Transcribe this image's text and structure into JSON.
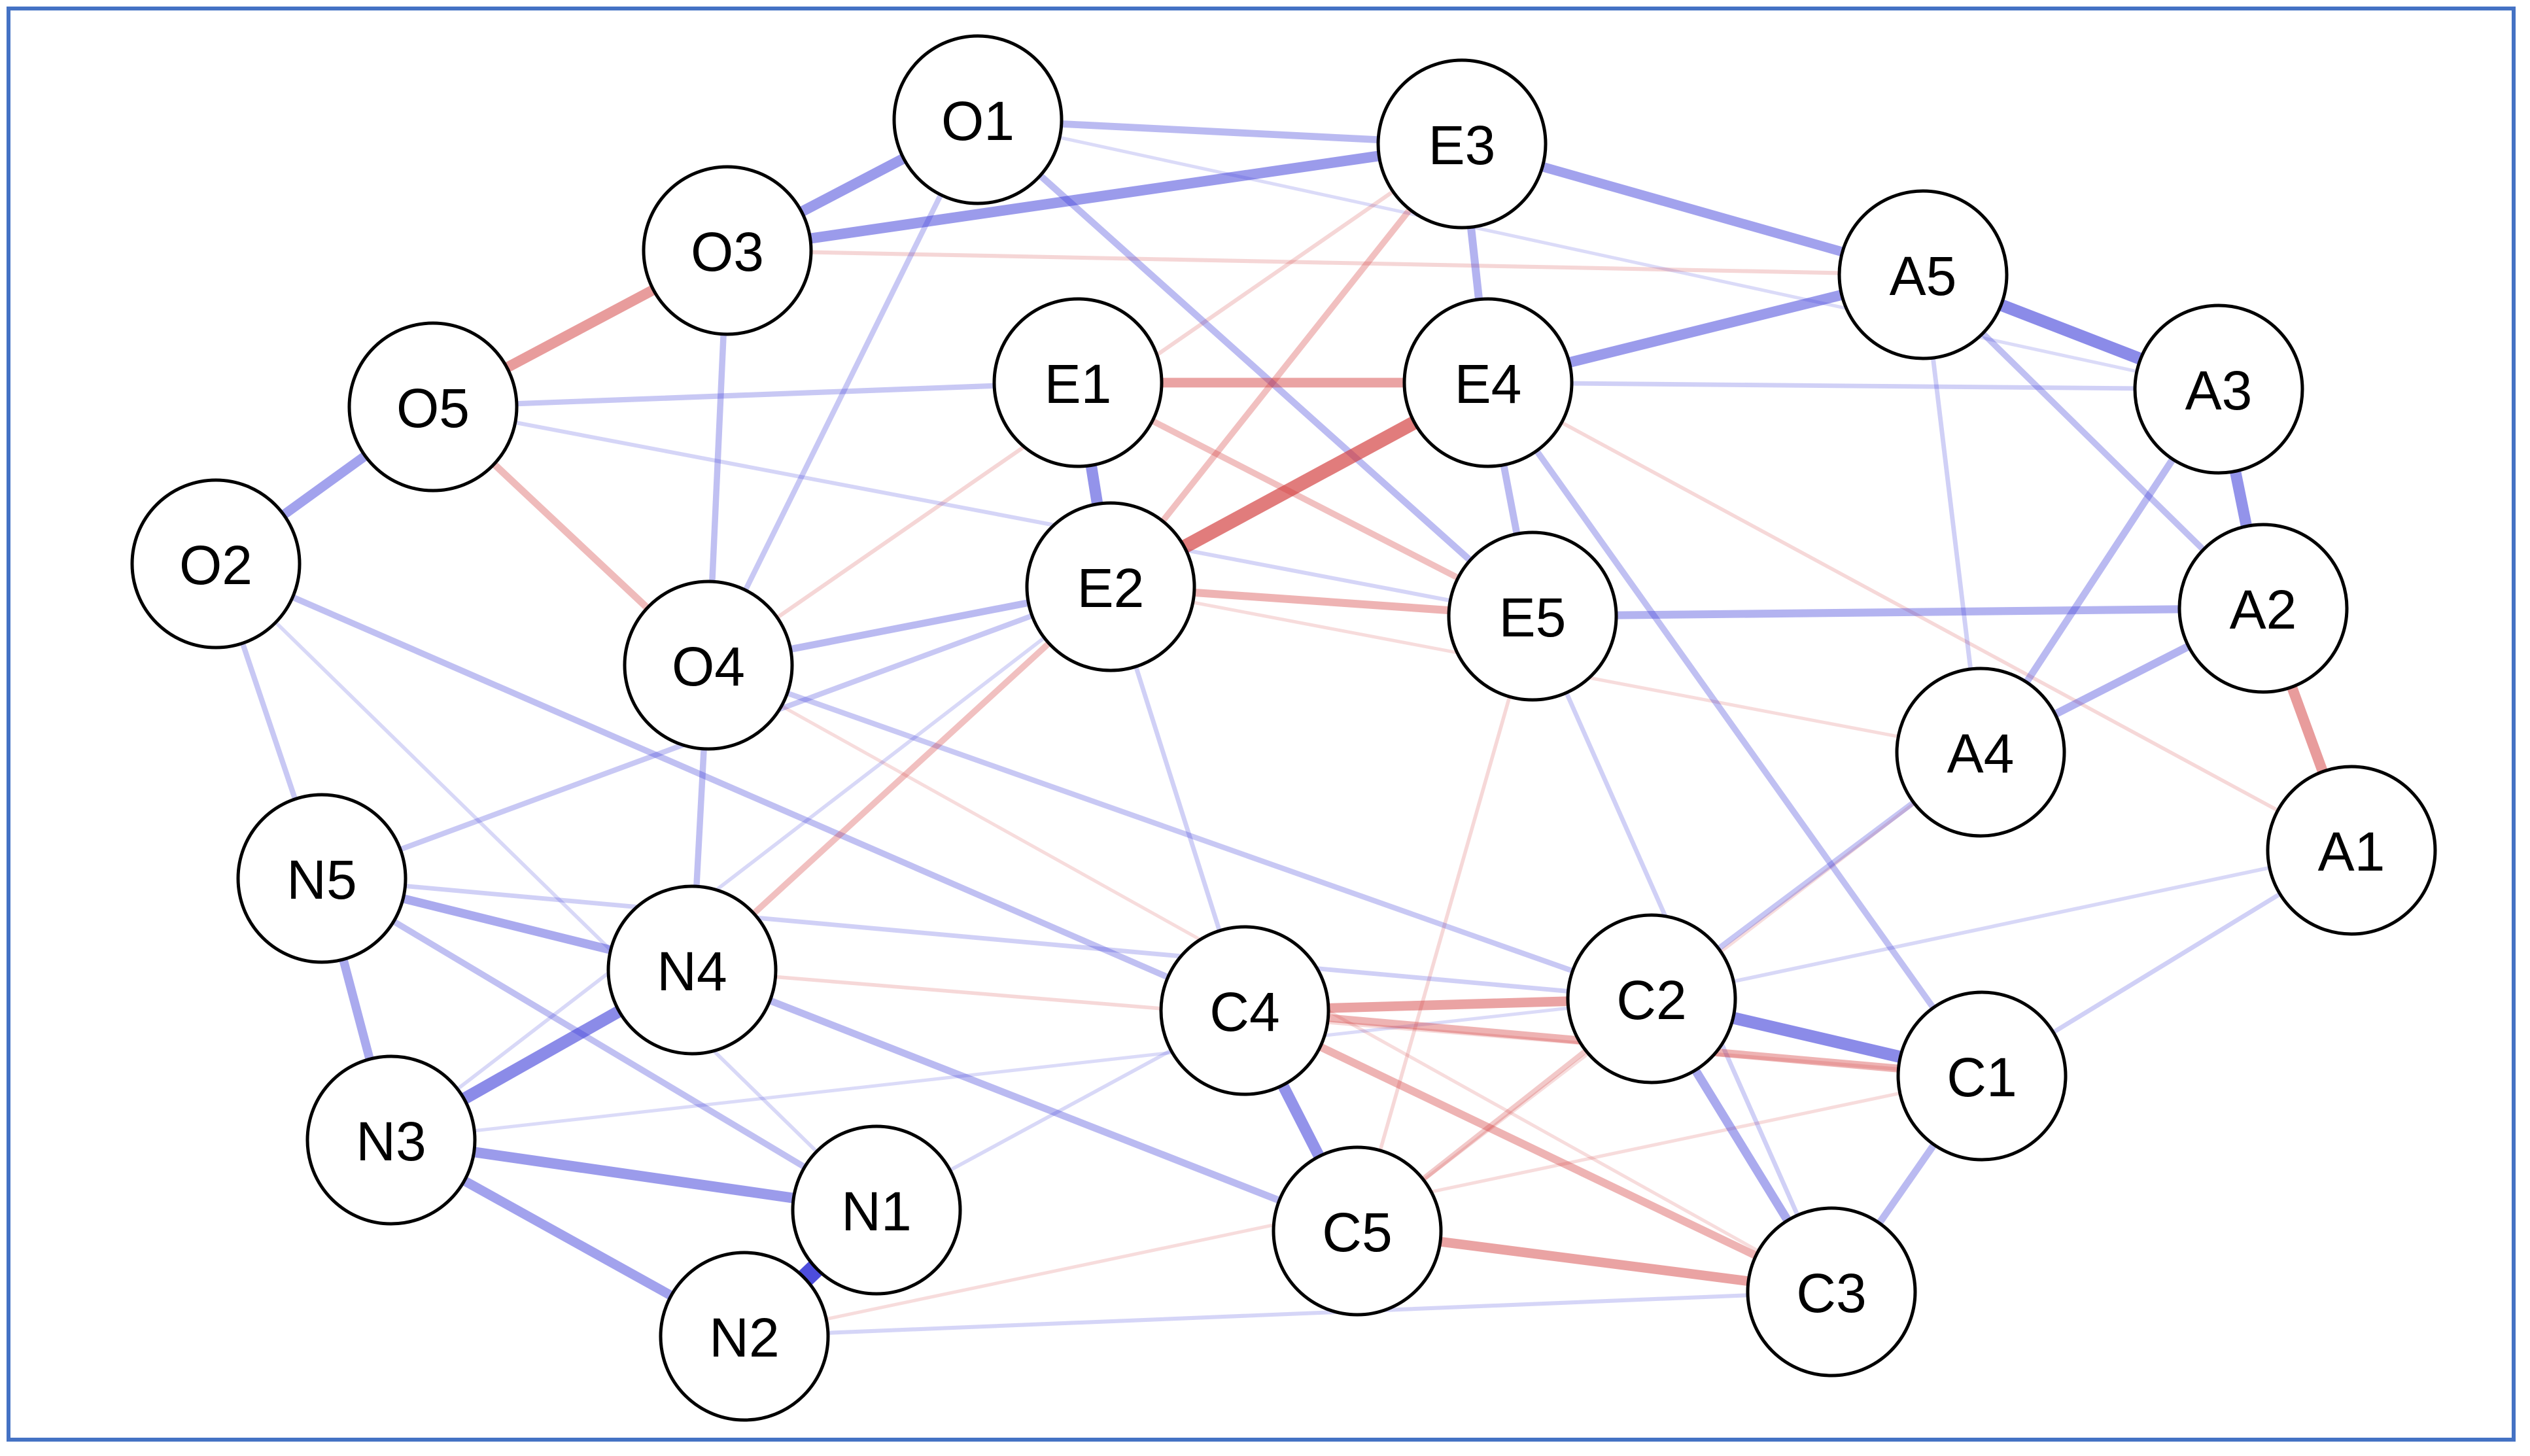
{
  "network": {
    "positive_color": "#3a3ad8",
    "negative_color": "#d23c3c",
    "nodes": [
      {
        "id": "O1"
      },
      {
        "id": "O3"
      },
      {
        "id": "O5"
      },
      {
        "id": "O2"
      },
      {
        "id": "O4"
      },
      {
        "id": "E3"
      },
      {
        "id": "E1"
      },
      {
        "id": "E4"
      },
      {
        "id": "E2"
      },
      {
        "id": "E5"
      },
      {
        "id": "A5"
      },
      {
        "id": "A3"
      },
      {
        "id": "A2"
      },
      {
        "id": "A4"
      },
      {
        "id": "A1"
      },
      {
        "id": "N5"
      },
      {
        "id": "N4"
      },
      {
        "id": "N3"
      },
      {
        "id": "N1"
      },
      {
        "id": "N2"
      },
      {
        "id": "C4"
      },
      {
        "id": "C2"
      },
      {
        "id": "C1"
      },
      {
        "id": "C5"
      },
      {
        "id": "C3"
      }
    ],
    "edges": [
      {
        "a": "N1",
        "b": "N2",
        "sign": "+",
        "w": 1.0
      },
      {
        "a": "E2",
        "b": "E4",
        "sign": "-",
        "w": 0.7
      },
      {
        "a": "N3",
        "b": "N4",
        "sign": "+",
        "w": 0.6
      },
      {
        "a": "A5",
        "b": "A3",
        "sign": "+",
        "w": 0.6
      },
      {
        "a": "C2",
        "b": "C1",
        "sign": "+",
        "w": 0.6
      },
      {
        "a": "A3",
        "b": "A2",
        "sign": "+",
        "w": 0.55
      },
      {
        "a": "C4",
        "b": "C5",
        "sign": "+",
        "w": 0.55
      },
      {
        "a": "E1",
        "b": "E2",
        "sign": "+",
        "w": 0.55
      },
      {
        "a": "O3",
        "b": "E3",
        "sign": "+",
        "w": 0.5
      },
      {
        "a": "O1",
        "b": "O3",
        "sign": "+",
        "w": 0.5
      },
      {
        "a": "N3",
        "b": "N1",
        "sign": "+",
        "w": 0.5
      },
      {
        "a": "N3",
        "b": "N2",
        "sign": "+",
        "w": 0.45
      },
      {
        "a": "E4",
        "b": "A5",
        "sign": "+",
        "w": 0.5
      },
      {
        "a": "O5",
        "b": "O2",
        "sign": "+",
        "w": 0.45
      },
      {
        "a": "O3",
        "b": "O5",
        "sign": "-",
        "w": 0.5
      },
      {
        "a": "E3",
        "b": "A5",
        "sign": "+",
        "w": 0.45
      },
      {
        "a": "A2",
        "b": "A1",
        "sign": "-",
        "w": 0.5
      },
      {
        "a": "E1",
        "b": "E4",
        "sign": "-",
        "w": 0.45
      },
      {
        "a": "C4",
        "b": "C2",
        "sign": "-",
        "w": 0.45
      },
      {
        "a": "C5",
        "b": "C3",
        "sign": "-",
        "w": 0.45
      },
      {
        "a": "C2",
        "b": "C3",
        "sign": "+",
        "w": 0.4
      },
      {
        "a": "N5",
        "b": "N4",
        "sign": "+",
        "w": 0.4
      },
      {
        "a": "N5",
        "b": "N3",
        "sign": "+",
        "w": 0.4
      },
      {
        "a": "C4",
        "b": "C1",
        "sign": "-",
        "w": 0.35
      },
      {
        "a": "C4",
        "b": "C3",
        "sign": "-",
        "w": 0.35
      },
      {
        "a": "E5",
        "b": "A2",
        "sign": "+",
        "w": 0.35
      },
      {
        "a": "A4",
        "b": "A2",
        "sign": "+",
        "w": 0.35
      },
      {
        "a": "A4",
        "b": "A3",
        "sign": "+",
        "w": 0.3
      },
      {
        "a": "E2",
        "b": "E5",
        "sign": "-",
        "w": 0.35
      },
      {
        "a": "E3",
        "b": "E4",
        "sign": "+",
        "w": 0.35
      },
      {
        "a": "E4",
        "b": "E5",
        "sign": "+",
        "w": 0.3
      },
      {
        "a": "O1",
        "b": "E3",
        "sign": "+",
        "w": 0.3
      },
      {
        "a": "N4",
        "b": "C5",
        "sign": "+",
        "w": 0.3
      },
      {
        "a": "C1",
        "b": "C3",
        "sign": "+",
        "w": 0.3
      },
      {
        "a": "E2",
        "b": "O4",
        "sign": "+",
        "w": 0.3
      },
      {
        "a": "O5",
        "b": "O4",
        "sign": "-",
        "w": 0.3
      },
      {
        "a": "O1",
        "b": "E5",
        "sign": "+",
        "w": 0.28
      },
      {
        "a": "E4",
        "b": "C1",
        "sign": "+",
        "w": 0.25
      },
      {
        "a": "E1",
        "b": "E5",
        "sign": "-",
        "w": 0.25
      },
      {
        "a": "E3",
        "b": "E2",
        "sign": "-",
        "w": 0.25
      },
      {
        "a": "A5",
        "b": "A2",
        "sign": "+",
        "w": 0.25
      },
      {
        "a": "O2",
        "b": "C4",
        "sign": "+",
        "w": 0.25
      },
      {
        "a": "N4",
        "b": "E2",
        "sign": "-",
        "w": 0.25
      },
      {
        "a": "O3",
        "b": "O4",
        "sign": "+",
        "w": 0.25
      },
      {
        "a": "O4",
        "b": "N4",
        "sign": "+",
        "w": 0.25
      },
      {
        "a": "A4",
        "b": "C2",
        "sign": "+",
        "w": 0.22
      },
      {
        "a": "C5",
        "b": "C2",
        "sign": "-",
        "w": 0.2
      },
      {
        "a": "N5",
        "b": "N1",
        "sign": "+",
        "w": 0.25
      },
      {
        "a": "O4",
        "b": "C2",
        "sign": "+",
        "w": 0.2
      },
      {
        "a": "O5",
        "b": "E1",
        "sign": "+",
        "w": 0.2
      },
      {
        "a": "O1",
        "b": "O4",
        "sign": "+",
        "w": 0.2
      },
      {
        "a": "O2",
        "b": "N5",
        "sign": "+",
        "w": 0.2
      },
      {
        "a": "N5",
        "b": "E2",
        "sign": "+",
        "w": 0.2
      },
      {
        "a": "A3",
        "b": "E4",
        "sign": "+",
        "w": 0.15
      },
      {
        "a": "A5",
        "b": "A4",
        "sign": "+",
        "w": 0.15
      },
      {
        "a": "E2",
        "b": "C4",
        "sign": "+",
        "w": 0.15
      },
      {
        "a": "N5",
        "b": "C2",
        "sign": "+",
        "w": 0.15
      },
      {
        "a": "C1",
        "b": "A1",
        "sign": "+",
        "w": 0.15
      },
      {
        "a": "E5",
        "b": "C3",
        "sign": "+",
        "w": 0.15
      },
      {
        "a": "O3",
        "b": "A5",
        "sign": "-",
        "w": 0.12
      },
      {
        "a": "E3",
        "b": "O4",
        "sign": "-",
        "w": 0.12
      },
      {
        "a": "O5",
        "b": "E5",
        "sign": "+",
        "w": 0.12
      },
      {
        "a": "N2",
        "b": "C3",
        "sign": "+",
        "w": 0.12
      },
      {
        "a": "N4",
        "b": "C1",
        "sign": "-",
        "w": 0.1
      },
      {
        "a": "N3",
        "b": "E2",
        "sign": "+",
        "w": 0.1
      },
      {
        "a": "O2",
        "b": "N1",
        "sign": "+",
        "w": 0.1
      },
      {
        "a": "C2",
        "b": "A1",
        "sign": "+",
        "w": 0.1
      },
      {
        "a": "E4",
        "b": "A1",
        "sign": "-",
        "w": 0.1
      },
      {
        "a": "E5",
        "b": "C5",
        "sign": "-",
        "w": 0.1
      },
      {
        "a": "N1",
        "b": "C4",
        "sign": "+",
        "w": 0.1
      },
      {
        "a": "O4",
        "b": "C3",
        "sign": "-",
        "w": 0.08
      },
      {
        "a": "N2",
        "b": "C1",
        "sign": "-",
        "w": 0.08
      },
      {
        "a": "A4",
        "b": "E2",
        "sign": "-",
        "w": 0.08
      },
      {
        "a": "O1",
        "b": "A3",
        "sign": "+",
        "w": 0.08
      },
      {
        "a": "N3",
        "b": "C2",
        "sign": "+",
        "w": 0.08
      },
      {
        "a": "C5",
        "b": "A4",
        "sign": "-",
        "w": 0.08
      }
    ]
  }
}
